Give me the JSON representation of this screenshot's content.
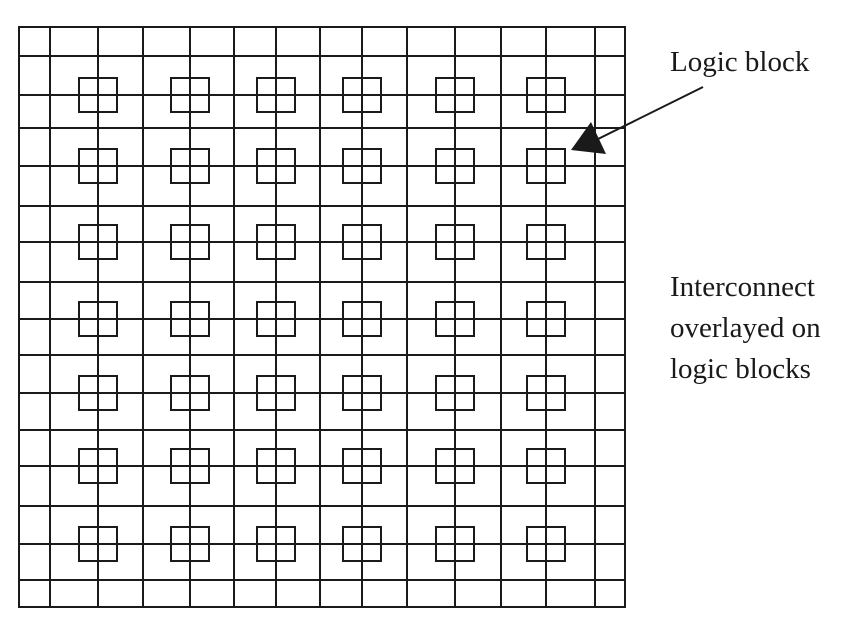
{
  "diagram": {
    "labels": {
      "logic_block": "Logic block",
      "interconnect_lines": [
        "Interconnect",
        "overlayed on",
        "logic blocks"
      ]
    },
    "grid": {
      "columns": 6,
      "rows": 7,
      "ink_color": "#1a1a1a"
    }
  }
}
